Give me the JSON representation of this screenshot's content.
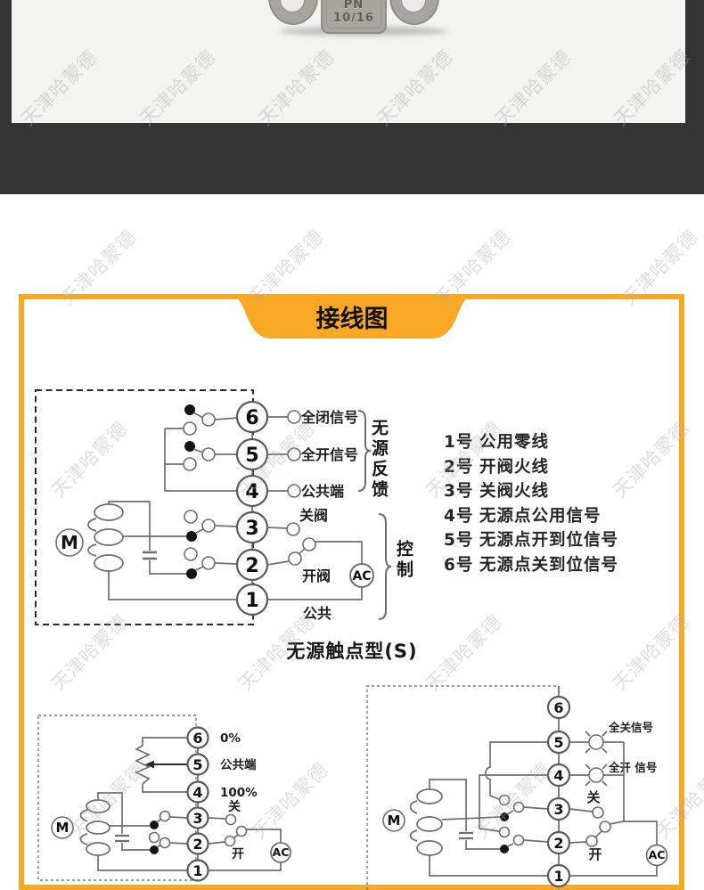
{
  "watermark": {
    "text": "天津哈蒙德"
  },
  "photo": {
    "plate_line1": "PN",
    "plate_line2": "10/16"
  },
  "colors": {
    "band": "#343434",
    "photo_bg": "#F3F3F2",
    "accent": "#F9A824"
  },
  "box": {
    "title": "接线图",
    "main": {
      "terminals": [
        {
          "num": "6",
          "label": "全闭信号"
        },
        {
          "num": "5",
          "label": "全开信号"
        },
        {
          "num": "4",
          "label": "公共端"
        },
        {
          "num": "3",
          "label": "关阀"
        },
        {
          "num": "2",
          "label": "开阀"
        },
        {
          "num": "1",
          "label": "公共"
        }
      ],
      "motor": "M",
      "ac": "AC",
      "feedback_group": "无源反馈",
      "control_group": "控制",
      "caption": "无源触点型(S)"
    },
    "terminal_list": [
      {
        "num": "1号",
        "desc": "公用零线"
      },
      {
        "num": "2号",
        "desc": "开阀火线"
      },
      {
        "num": "3号",
        "desc": "关阀火线"
      },
      {
        "num": "4号",
        "desc": "无源点公用信号"
      },
      {
        "num": "5号",
        "desc": "无源点开到位信号"
      },
      {
        "num": "6号",
        "desc": "无源点关到位信号"
      }
    ],
    "left_diagram": {
      "nums": [
        "6",
        "5",
        "4",
        "3",
        "2",
        "1"
      ],
      "t6_label": "0%",
      "t5_label": "公共端",
      "t4_label": "100%",
      "t3_label": "关",
      "t2_label": "开",
      "motor": "M",
      "ac": "AC"
    },
    "right_diagram": {
      "nums": [
        "6",
        "5",
        "4",
        "3",
        "2",
        "1"
      ],
      "t5_label": "全关信号",
      "t4_label": "全开 信号",
      "t3_label": "关",
      "t2_label": "开",
      "motor": "M",
      "ac": "AC"
    }
  }
}
